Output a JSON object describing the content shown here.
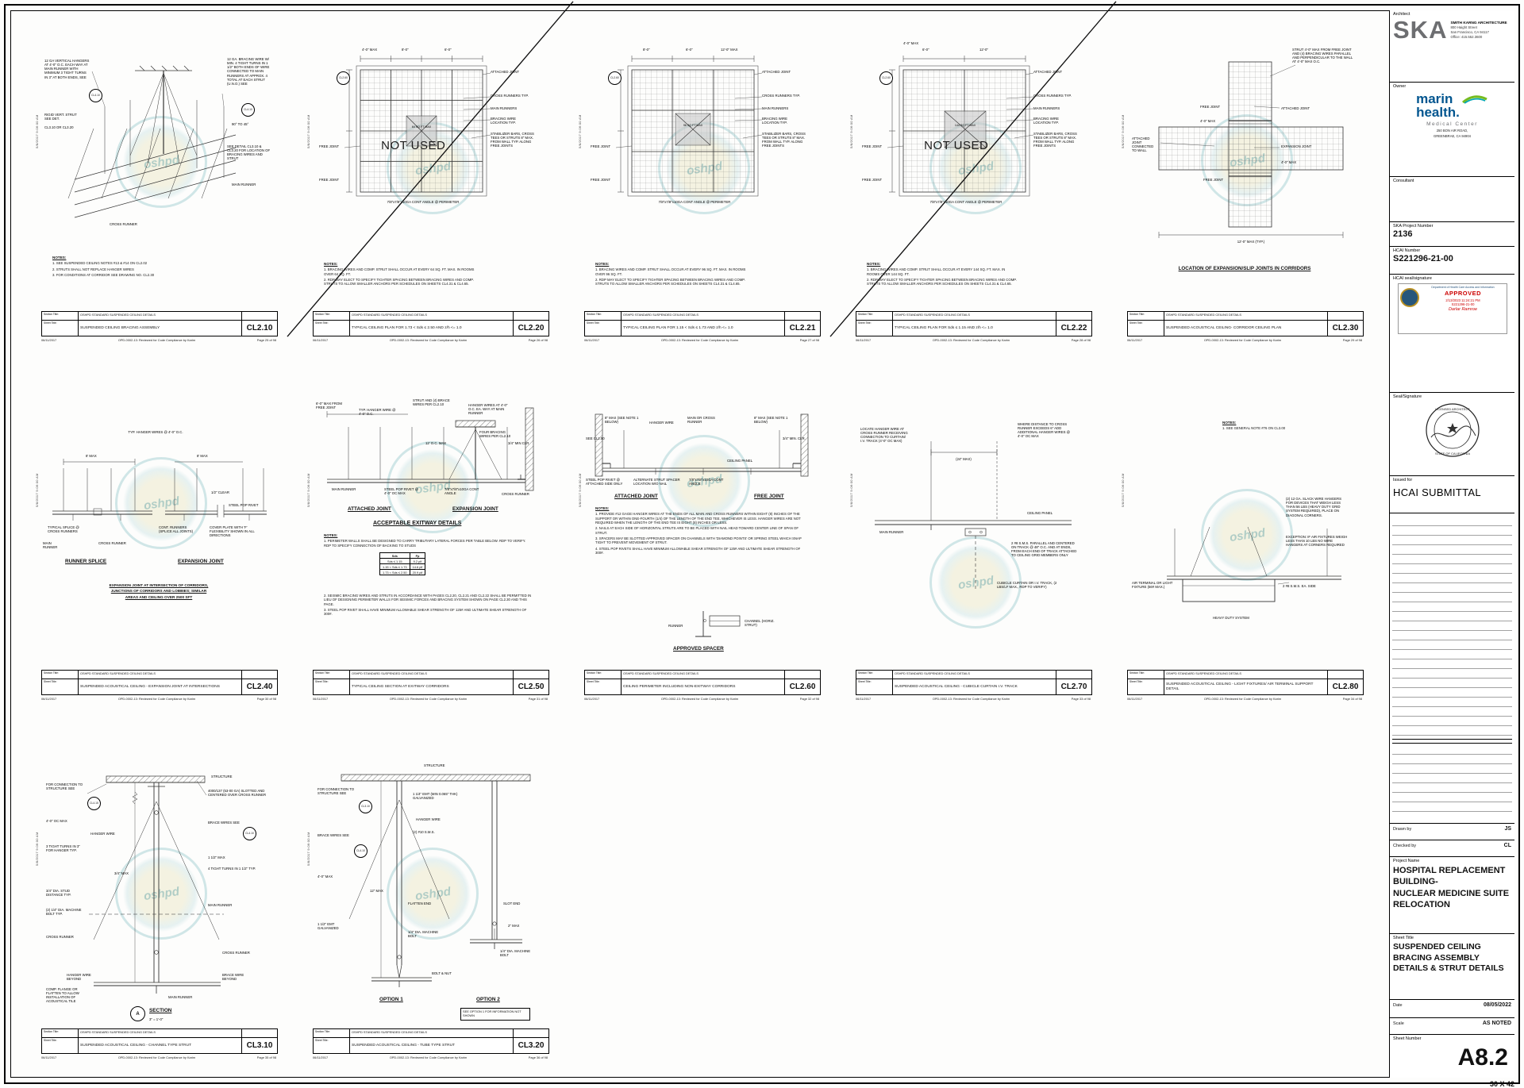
{
  "sheet": {
    "size_label": "30 X 42",
    "watermark": "oshpd"
  },
  "common": {
    "section_title_label": "Section Title:",
    "sheet_title_label": "Sheet Title:",
    "section_title": "OSHPD STANDARD SUSPENDED CEILING DETAILS",
    "timestamp": "5/8/2017 9:06:00 AM",
    "footer_date": "06/11/2017",
    "footer_review": "OPD-0002-13: Reviewed for Code Compliance by Karim",
    "not_used": "NOT USED",
    "notes_title": "NOTES:"
  },
  "titleblock": {
    "architect_label": "Architect",
    "architect_logo": "SKA",
    "architect_name": "SMITH KARNG ARCHITECTURE",
    "architect_addr1": "800 Haight Street",
    "architect_addr2": "San Francisco, CA 94117",
    "architect_phone": "Office:  415.552.3600",
    "owner_label": "Owner",
    "owner_name1": "marin",
    "owner_name2": "health.",
    "owner_sub": "Medical Center",
    "owner_addr1": "250 BON AIR ROAD,",
    "owner_addr2": "GREENBRAE, CA 94904",
    "consultant_label": "Consultant",
    "project_number_label": "SKA Project Number",
    "project_number": "2136",
    "hcai_number_label": "HCAI Number",
    "hcai_number": "S221296-21-00",
    "hcai_seal_label": "HCAI seal/signature",
    "stamp_dept": "Department of Health Care Access and Information",
    "stamp_approved": "APPROVED",
    "stamp_date": "2/13/2023  11:24:21 PM",
    "stamp_number": "S221296-21-00",
    "stamp_name": "Darlar Ramroe",
    "seal_label": "Seal/Signature",
    "seal_top": "LICENSED ARCHITECT",
    "seal_bottom": "STATE OF CALIFORNIA",
    "issued_label": "Issued for",
    "issued_for": "HCAI SUBMITTAL",
    "drawn_label": "Drawn by",
    "drawn_by": "JS",
    "checked_label": "Checked by",
    "checked_by": "CL",
    "project_name_label": "Project Name",
    "project_name1": "HOSPITAL REPLACEMENT",
    "project_name2": "BUILDING-",
    "project_name3": "NUCLEAR MEDICINE SUITE",
    "project_name4": "RELOCATION",
    "sheet_title_label": "Sheet Title",
    "sheet_title1": "SUSPENDED CEILING",
    "sheet_title2": "BRACING ASSEMBLY",
    "sheet_title3": "DETAILS & STRUT DETAILS",
    "date_label": "Date",
    "date": "08/05/2022",
    "scale_label": "Scale",
    "scale": "AS NOTED",
    "sheet_number_label": "Sheet Number",
    "sheet_number": "A8.2"
  },
  "panels": [
    {
      "number": "CL2.10",
      "title": "SUSPENDED CEILING BRACING ASSEMBLY",
      "page": "Page 25 of 98",
      "labels": [
        "12 GA VERTICAL HANGERS AT 4'-0\" O.C. EACH WAY AT MAIN RUNNER WITH MINIMUM 3 TIGHT TURNS IN 3\" AT BOTH ENDS, SEE",
        "CL4.10",
        "RIGID VERT. STRUT SEE DET.",
        "CL3.10 OR CL3.20",
        "12 GA. BRACING WIRE W/ MIN. 4 TIGHT TURNS IN 1 1/2\" BOTH ENDS OF WIRE CONNECTED TO MAIN RUNNERS AT APPROX. 4 TOTAL AT EACH STRUT (U.N.O.) SEE",
        "CL4.10",
        "90° TO 45°",
        "SEE DETAIL CL3.10 & CL3.20 FOR LOCATION OF BRACING WIRES AND STRUT",
        "MAIN RUNNER",
        "CROSS RUNNER"
      ],
      "notes": [
        "1.  SEE SUSPENDED CEILING NOTES #13 & #14 ON CL2.02",
        "2.  STRUTS SHALL NOT REPLACE HANGER WIRES",
        "3.  FOR CONDITIONS AT CORRIDOR SEE DRAWING NO. CL2.30"
      ]
    },
    {
      "number": "CL2.20",
      "title": "TYPICAL CEILING PLAN FOR 1.73 < Sds ≤ 2.50 AND z/h <= 1.0",
      "page": "Page 26 of 98",
      "labels": [
        "CL2.60",
        "ATTACHED JOINT",
        "4'-0\" MAX",
        "8'-0\"",
        "6'-0\"",
        "CROSS RUNNERS TYP.",
        "MAIN RUNNERS",
        "BRACING WIRE LOCATION TYP.",
        "STABILIZER BARS, CROSS TEES OR STRUTS 8\" MAX. FROM WALL TYP. ALONG FREE JOINTS",
        "FREE JOINT",
        "64 SQ FT MAX",
        "7/8\"x7/8\"x10GA CONT ANGLE @ PERIMETER",
        "FREE JOINT"
      ],
      "notes": [
        "1.  BRACING WIRES AND COMP. STRUT SHALL OCCUR AT EVERY 64 SQ. FT. MAX. IN ROOMS OVER 64 SQ. FT.",
        "2.  RDP MAY ELECT TO SPECIFY TIGHTER SPACING BETWEEN BRACING WIRES AND COMP. STRUTS TO ALLOW SMALLER ANCHORS PER SCHEDULES ON SHEETS CL4.31 & CL4.65."
      ]
    },
    {
      "number": "CL2.21",
      "title": "TYPICAL CEILING PLAN FOR 1.15 < Sds ≤ 1.73 AND z/h <= 1.0",
      "page": "Page 27 of 98",
      "labels": [
        "CL2.60",
        "ATTACHED JOINT",
        "8'-0\"",
        "6'-0\"",
        "12'-0\" MAX",
        "CROSS RUNNERS TYP.",
        "MAIN RUNNERS",
        "BRACING WIRE LOCATION TYP.",
        "STABILIZER BARS, CROSS TEES OR STRUTS 8\" MAX. FROM WALL TYP. ALONG FREE JOINTS",
        "FREE JOINT",
        "96 SQ FT MAX",
        "7/8\"x7/8\"x10GA CONT ANGLE @ PERIMETER",
        "FREE JOINT"
      ],
      "notes": [
        "1.  BRACING WIRES AND COMP. STRUT SHALL OCCUR AT EVERY 96 SQ. FT. MAX. IN ROOMS OVER 96 SQ. FT.",
        "2.  RDP MAY ELECT TO SPECIFY TIGHTER SPACING BETWEEN BRACING WIRES AND COMP. STRUTS TO ALLOW SMALLER ANCHORS PER SCHEDULES ON SHEETS CL4.31 & CL4.65."
      ]
    },
    {
      "number": "CL2.22",
      "title": "TYPICAL CEILING PLAN FOR Sds ≤ 1.15 AND z/h <= 1.0",
      "page": "Page 28 of 98",
      "labels": [
        "CL2.60",
        "ATTACHED JOINT",
        "6'-0\"",
        "12'-0\"",
        "4'-0\" MAX",
        "CROSS RUNNERS TYP.",
        "MAIN RUNNERS",
        "BRACING WIRE LOCATION TYP.",
        "STABILIZER BARS, CROSS TEES OR STRUTS 8\" MAX. FROM WALL TYP. ALONG FREE JOINTS",
        "FREE JOINT",
        "144 SQ FT MAX",
        "7/8\"x7/8\"x10GA CONT ANGLE @ PERIMETER",
        "FREE JOINT"
      ],
      "notes": [
        "1.  BRACING WIRES AND COMP. STRUT SHALL OCCUR AT EVERY 144 SQ. FT. MAX. IN ROOMS OVER 144 SQ. FT.",
        "2.  RDP MAY ELECT TO SPECIFY TIGHTER SPACING BETWEEN BRACING WIRES AND COMP. STRUTS TO ALLOW SMALLER ANCHORS PER SCHEDULES ON SHEETS CL4.31 & CL4.65."
      ]
    },
    {
      "number": "CL2.30",
      "title": "SUSPENDED ACOUSTICAL CEILING- CORRIDOR CEILING PLAN",
      "page": "Page 29 of 98",
      "heading": "LOCATION OF EXPANSION/SLIP JOINTS IN CORRIDORS",
      "labels": [
        "STRUT 4'-0\" MAX FROM FREE JOINT AND (4) BRACING WIRES PARALLEL AND PERPENDICULAR TO THE WALL AT 4'-0\" MAX O.C.",
        "ATTACHED JOINT",
        "FREE JOINT",
        "4'-0\" MAX",
        "EXPANSION JOINT",
        "FREE JOINT",
        "ATTACHED JOINT CONNECTED TO WALL",
        "4'-0\" MAX",
        "12'-0\" MAX (TYP.)"
      ]
    },
    {
      "number": "CL2.40",
      "title": "SUSPENDED ACOUSTICAL CEILING - EXPANSION JOINT AT INTERSECTIONS",
      "page": "Page 30 of 98",
      "headings": [
        "RUNNER SPLICE",
        "EXPANSION JOINT"
      ],
      "big_note": [
        "EXPANSION JOINT AT INTERSECTION OF CORRIDORS,",
        "JUNCTIONS OF CORRIDORS AND LOBBIES; SIMILAR",
        "AREAS AND CEILING OVER 2500 SFT"
      ],
      "labels": [
        "8' MAX",
        "8' MAX",
        "TYP. HANGER WIRES @ 4'-0\" O.C.",
        "TYPICAL SPLICE @ CROSS RUNNERS",
        "MAIN RUNNER",
        "CONT. RUNNERS (SPLICE ALL JOINTS)",
        "COVER PLATE WITH 'F' FLEXIBILITY SHOWN IN ALL DIRECTIONS",
        "STEEL POP RIVET",
        "CROSS RUNNER",
        "1/2\" CLEAR"
      ]
    },
    {
      "number": "CL2.50",
      "title": "TYPICAL CEILING SECTION AT EXITWAY CORRIDORS",
      "page": "Page 31 of 98",
      "headings": [
        "ATTACHED JOINT",
        "EXPANSION JOINT",
        "ACCEPTABLE EXITWAY DETAILS"
      ],
      "labels": [
        "6'-0\" MAX FROM FREE JOINT",
        "TYP. HANGER WIRE @ 4'-0\" O.C.",
        "STRUT AND (4) BRACE WIRES PER CL2.10",
        "HANGER WIRES AT 4'-0\" O.C. EA. WAY AT MAIN RUNNER",
        "FOUR BRACING WIRES PER CL2.10",
        "12' O.C. MAX",
        "3/4\" MIN CLR",
        "MAIN RUNNER",
        "STEEL POP RIVET @ 4'-0\" OC MAX",
        "7/8\"x7/8\"x10GA CONT ANGLE",
        "CROSS RUNNER"
      ],
      "notes": [
        "1.  PERIMETER WALLS SHALL BE DESIGNED TO CARRY TRIBUTARY LATERAL FORCES PER TABLE BELOW. RDP TO VERIFY. RDP TO SPECIFY CONNECTION OF BACKING TO STUDS",
        "2.  SEISMIC BRACING WIRES AND STRUTS IN ACCORDANCE WITH PAGES CL2.20, CL2.21 AND CL2.22 SHALL BE PERMITTED IN LIEU OF DESIGNING PERIMETER WALLS FOR SEISMIC FORCES AND BRACING SYSTEM SHOWN ON PAGE CL2.30 AND THIS PAGE.",
        "3.  STEEL POP RIVET SHALL HAVE MINIMUM ALLOWABLE SHEAR STRENGTH OF 125# AND ULTIMATE SHEAR STRENGTH OF 300#."
      ],
      "table": {
        "h0": "Sds",
        "h1": "Fp",
        "r0c0": "Sds ≤ 1.15",
        "r0c1": "9.2 plf",
        "r1c0": "1.15 < Sds ≤ 1.73",
        "r1c1": "14.6 plf",
        "r2c0": "1.73 < Sds ≤ 2.50",
        "r2c1": "20.9 plf"
      }
    },
    {
      "number": "CL2.60",
      "title": "CEILING PERIMETER INCLUDING NON-EXITWAY CORRIDORS",
      "page": "Page 32 of 98",
      "headings": [
        "ATTACHED JOINT",
        "FREE JOINT",
        "APPROVED SPACER"
      ],
      "labels": [
        "8\" MAX (SEE NOTE 1 BELOW)",
        "HANGER WIRE",
        "MAIN OR CROSS RUNNER",
        "8\" MAX (SEE NOTE 1 BELOW)",
        "3/4\" MIN. CLR.",
        "SEE CL2.50",
        "CEILING PANEL",
        "ALTERNATE STRUT SPACER LOCATION W/O NAIL",
        "STEEL POP RIVET @ ATTACHED SIDE ONLY",
        "7/8\"x7/8\"x10GA CONT ANGLE",
        "RUNNER",
        "CHANNEL (HORIZ. STRUT)"
      ],
      "notes": [
        "1.  PROVIDE #12 GAGE HANGER WIRES AT THE ENDS OF ALL MAIN AND CROSS RUNNERS WITHIN EIGHT (8) INCHES OF THE SUPPORT OR WITHIN ONE-FOURTH (1/4) OF THE LENGTH OF THE END TEE, WHICHEVER IS LESS. HANGER WIRES ARE NOT REQUIRED WHEN THE LENGTH OF THE END TEE IS EIGHT (8) INCHES OR LESS.",
        "2.  NAILS AT EACH SIDE OF HORIZONTAL STRUTS ARE TO BE PLACED WITH NAIL HEAD TOWARD CENTER LINE OF SPAN OF STRUT.",
        "3.  SPACERS MAY BE SLOTTED APPROVED SPACER ON CHANNELS WITH 'DIAMOND POINTS' OR SPRING STEEL WHICH SNAP TIGHT TO PREVENT MOVEMENT OF STRUT.",
        "4.  STEEL POP RIVETS SHALL HAVE MINIMUM ALLOWABLE SHEAR STRENGTH OF 125# AND ULTIMATE SHEAR STRENGTH OF 300#."
      ]
    },
    {
      "number": "CL2.70",
      "title": "SUSPENDED ACOUSTICAL CEILING - CUBICLE CURTAIN I.V. TRACK",
      "page": "Page 33 of 98",
      "labels": [
        "LOCATE HANGER WIRE AT CROSS RUNNER RECEIVING CONNECTION TO CURTAIN/ I.V. TRACK (4'-0\" OC MAX)",
        "WHERE DISTANCE TO CROSS RUNNER EXCEEDS 6\" ADD ADDITIONAL HANGER WIRES @ 4'-0\" OC MAX",
        "(24\" MAX)",
        "CEILING PANEL",
        "MAIN RUNNER",
        "2 #8 S.M.S. PARALLEL AND CENTERED ON TRACK @ 48\" O.C. AND AT ENDS, FROM EACH END OF TRACK ATTACHED TO CEILING GRID MEMBERS ONLY",
        "CUBICLE CURTAIN OR I.V. TRACK, (2 LBS/LF MAX., RDP TO VERIFY)"
      ]
    },
    {
      "number": "CL2.80",
      "title": "SUSPENDED ACOUSTICAL CEILING - LIGHT FIXTURES/ AIR TERMINAL SUPPORT DETAIL",
      "page": "Page 34 of 98",
      "notes": [
        "1.  SEE GENERAL NOTE #76 ON CL3.00"
      ],
      "labels": [
        "(2) 12 GA. SLACK WIRE HANGERS FOR DEVICES THAT WEIGH LESS THAN 56 LBS (HEAVY DUTY GRID SYSTEM REQUIRED), PLACE ON DIAGONAL CORNERS.",
        "EXCEPTION: IF AIR FIXTURES WEIGH LESS THAN 10 LBS NO WIRE HANGERS AT CORNERS REQUIRED",
        "2 #8 S.M.S. EA. SIDE",
        "AIR TERMINAL OR LIGHT FIXTURE (56# MAX.)",
        "HEAVY DUTY SYSTEM"
      ]
    },
    {
      "number": "CL3.10",
      "title": "SUSPENDED ACOUSTICAL CEILING - CHANNEL TYPE STRUT",
      "page": "Page 35 of 98",
      "section_mark": "A",
      "section_label": "SECTION",
      "section_scale": "3\" = 1'-0\"",
      "labels": [
        "FOR CONNECTION TO STRUCTURE SEE",
        "CL4.15",
        "STRUCTURE",
        "4000/137 (53-00 GA) SLOTTED AND CENTERED OVER CROSS RUNNER",
        "4'-0\" OC MAX",
        "HANGER WIRE",
        "3 TIGHT TURNS IN 3\" FOR HANGER TYP.",
        "BRACE WIRES SEE",
        "CL4.10",
        "3/4\" MAX",
        "1 1/2\" MAX",
        "4 TIGHT TURNS IN 1 1/2\" TYP.",
        "3/4\" DIA. STUD DISTANCE TYP.",
        "(2) 1/4\" DIA. MACHINE BOLT TYP.",
        "MAIN RUNNER",
        "CROSS RUNNER",
        "HANGER WIRE BEYOND",
        "BRACE WIRE BEYOND",
        "CROSS RUNNER",
        "COMP. FLANGE OR FLATTEN TO ALLOW INSTALLATION OF ACOUSTICAL TILE",
        "MAIN RUNNER"
      ]
    },
    {
      "number": "CL3.20",
      "title": "SUSPENDED ACOUSTICAL CEILING - TUBE TYPE STRUT",
      "page": "Page 36 of 98",
      "options": [
        "OPTION 1",
        "OPTION 2"
      ],
      "option_note": "SEE OPTION 1 FOR INFORMATION NOT SHOWN",
      "labels": [
        "STRUCTURE",
        "FOR CONNECTION TO STRUCTURE SEE",
        "CL3.10",
        "1 1/4\" EMT (MIN 0.065\" THK) GALVANIZED",
        "HANGER WIRE",
        "(2) #10 S.M.S.",
        "BRACE WIRES SEE",
        "CL4.10",
        "4'-0\" MAX",
        "12\" MAX",
        "FLATTEN END",
        "1 1/2\" EMT GALVANIZED",
        "1/4\" DIA. MACHINE BOLT",
        "SLOT END",
        "2\" MAX",
        "BOLT & NUT",
        "1/4\" DIA. MACHINE BOLT"
      ]
    }
  ]
}
